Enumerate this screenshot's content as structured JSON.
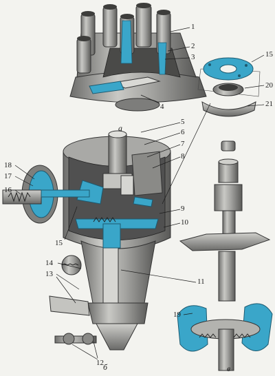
{
  "colors": {
    "metal": "#9a9a98",
    "metal_dark": "#5e5e5c",
    "metal_light": "#d6d6d2",
    "accent": "#3aa6c9",
    "ink": "#1c1c1c",
    "paper": "#f3f3ef"
  },
  "callouts": [
    "1",
    "2",
    "3",
    "4",
    "5",
    "6",
    "7",
    "8",
    "9",
    "10",
    "11",
    "12",
    "13",
    "14",
    "15",
    "16",
    "17",
    "18",
    "19",
    "20",
    "21"
  ],
  "captions": {
    "a": "а",
    "b": "б",
    "c": "в"
  }
}
